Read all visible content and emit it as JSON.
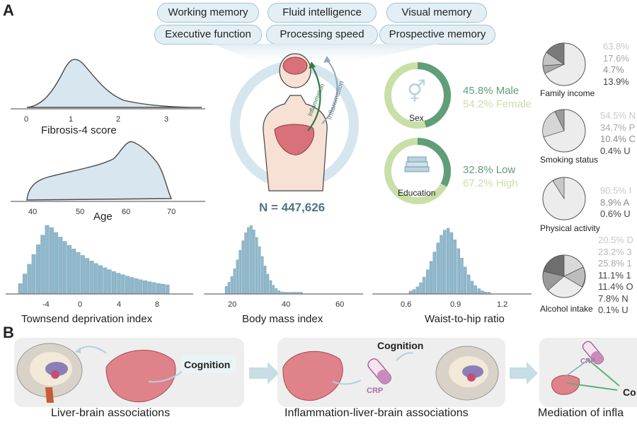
{
  "panel_a": {
    "letter": "A"
  },
  "panel_b": {
    "letter": "B"
  },
  "domains": [
    "Working memory",
    "Fluid intelligence",
    "Visual memory",
    "Executive function",
    "Processing speed",
    "Prospective memory"
  ],
  "center": {
    "n_label": "N = 447,626",
    "arrow_left": "Inflammation",
    "arrow_right": "Inflammation"
  },
  "sex": {
    "label": "Sex",
    "male": "45.8% Male",
    "female": "54.2% Female",
    "male_frac": 0.458
  },
  "education": {
    "label": "Education",
    "low": "32.8% Low",
    "high": "67.2% High",
    "low_frac": 0.328
  },
  "colors": {
    "accent": "#5f9e78",
    "light_green": "#c8dfa8",
    "bar": "#8fb8cc",
    "density": "#d7e6ef",
    "liver": "#d9717a",
    "pill_bg": "#e3eff5"
  },
  "density_plots": [
    {
      "label": "Fibrosis-4 score",
      "ticks": [
        "0",
        "1",
        "2",
        "3"
      ]
    },
    {
      "label": "Age",
      "ticks": [
        "40",
        "50",
        "60",
        "70"
      ]
    }
  ],
  "histograms": [
    {
      "label": "Townsend deprivation index",
      "ticks": [
        "-4",
        "0",
        "4",
        "8"
      ]
    },
    {
      "label": "Body mass index",
      "ticks": [
        "20",
        "40",
        "60"
      ]
    },
    {
      "label": "Waist-to-hip ratio",
      "ticks": [
        "0.6",
        "0.9",
        "1.2"
      ]
    }
  ],
  "pies": [
    {
      "label": "Family income",
      "values": [
        "63.8%",
        "17.6%",
        "4.7%",
        "13.9%"
      ]
    },
    {
      "label": "Smoking status",
      "values": [
        "54.5% N",
        "34.7% P",
        "10.4% C",
        "0.4% U"
      ]
    },
    {
      "label": "Physical activity",
      "values": [
        "90.5% I",
        "8.9% A",
        "0.6% U"
      ]
    },
    {
      "label": "Alcohol intake",
      "values": [
        "20.5% D",
        "23.2% 3",
        "25.8% 1",
        "11.1% 1",
        "11.4% O",
        "7.8% N",
        "0.1% U"
      ]
    }
  ],
  "panel_b_items": [
    {
      "caption": "Liver-brain associations",
      "cognition": "Cognition"
    },
    {
      "caption": "Inflammation-liver-brain associations",
      "cognition": "Cognition",
      "crp": "CRP"
    },
    {
      "caption": "Mediation of infla",
      "cognition": "Co",
      "crp": "CRP"
    }
  ]
}
